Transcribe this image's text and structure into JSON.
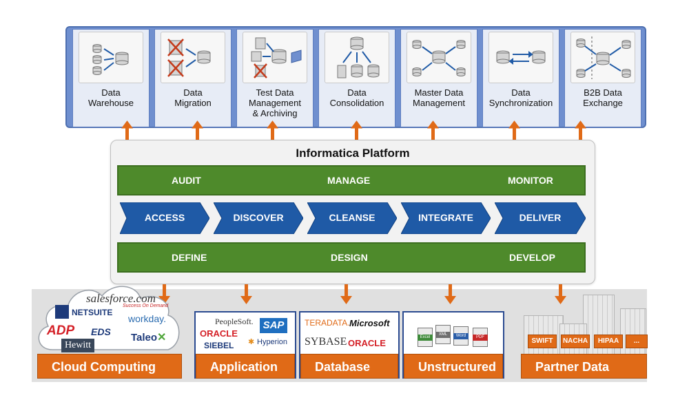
{
  "use_cases": [
    {
      "label": "Data\nWarehouse",
      "icon": "data-warehouse-icon"
    },
    {
      "label": "Data\nMigration",
      "icon": "data-migration-icon"
    },
    {
      "label": "Test Data\nManagement\n& Archiving",
      "icon": "test-data-icon"
    },
    {
      "label": "Data\nConsolidation",
      "icon": "data-consolidation-icon"
    },
    {
      "label": "Master Data\nManagement",
      "icon": "master-data-icon"
    },
    {
      "label": "Data\nSynchronization",
      "icon": "data-sync-icon"
    },
    {
      "label": "B2B Data\nExchange",
      "icon": "b2b-exchange-icon"
    }
  ],
  "platform": {
    "title": "Informatica Platform",
    "top_row": [
      "AUDIT",
      "MANAGE",
      "MONITOR"
    ],
    "steps": [
      "ACCESS",
      "DISCOVER",
      "CLEANSE",
      "INTEGRATE",
      "DELIVER"
    ],
    "bottom_row": [
      "DEFINE",
      "DESIGN",
      "DEVELOP"
    ]
  },
  "sources": {
    "cloud": {
      "label": "Cloud Computing",
      "logos": {
        "salesforce": "salesforce.com",
        "salesforce_tag": "Success On Demand",
        "netsuite": "NETSUITE",
        "workday": "workday.",
        "adp": "ADP",
        "eds": "EDS",
        "hewitt": "Hewitt",
        "taleo": "Taleo"
      }
    },
    "application": {
      "label": "Application",
      "logos": {
        "peoplesoft": "PeopleSoft.",
        "sap": "SAP",
        "oracle": "ORACLE",
        "siebel": "SIEBEL",
        "hyperion": "Hyperion"
      }
    },
    "database": {
      "label": "Database",
      "logos": {
        "teradata": "TERADATA.",
        "microsoft": "Microsoft",
        "sybase": "SYBASE",
        "oracle": "ORACLE"
      }
    },
    "unstructured": {
      "label": "Unstructured",
      "docs": [
        "Excel",
        "XML",
        "Word",
        "PDF"
      ]
    },
    "partner": {
      "label": "Partner Data",
      "tags": [
        "SWIFT",
        "NACHA",
        "HIPAA",
        "..."
      ]
    }
  },
  "colors": {
    "blue_panel": "#6f8fcf",
    "green": "#4e8a2b",
    "chevron": "#1f5aa6",
    "orange": "#e06a17"
  }
}
